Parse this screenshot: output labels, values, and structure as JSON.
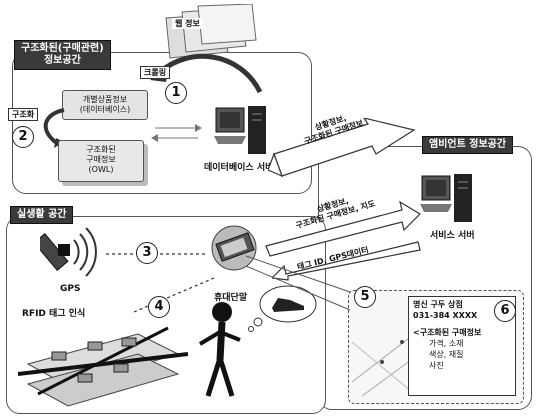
{
  "semantic_panel": {
    "title_line1": "구조화된(구매관련)",
    "title_line2": "정보공간",
    "web_info": "웹 정보",
    "crawling": "크롤링",
    "personal_info_line1": "개별상품정보",
    "personal_info_line2": "(데이터베이스)",
    "structuring": "구조화",
    "structured_info_line1": "구조화된",
    "structured_info_line2": "구매정보",
    "structured_info_line3": "(OWL)",
    "db_server": "데이터베이스 서버"
  },
  "ambient_panel": {
    "title": "앰비언트 정보공간",
    "service_server": "서비스 서버"
  },
  "real_panel": {
    "title": "실생활 공간",
    "gps": "GPS",
    "rfid": "RFID 태그 인식",
    "mobile": "휴대단말"
  },
  "arrows": {
    "situation_line1": "상황정보,",
    "situation_line2": "구조화된 구매정보",
    "ambient_line1": "상황정보,",
    "ambient_line2": "구조화된 구매정보, 지도",
    "tag_line": "태그 ID, GPS데이터"
  },
  "screen": {
    "store_name": "명신 구두 상점",
    "phone": "031-384 XXXX",
    "section": "<구조화된 구매정보",
    "item1": "가격, 소재",
    "item2": "색상, 재질",
    "item3": "사진"
  },
  "numbers": [
    "1",
    "2",
    "3",
    "4",
    "5",
    "6"
  ]
}
